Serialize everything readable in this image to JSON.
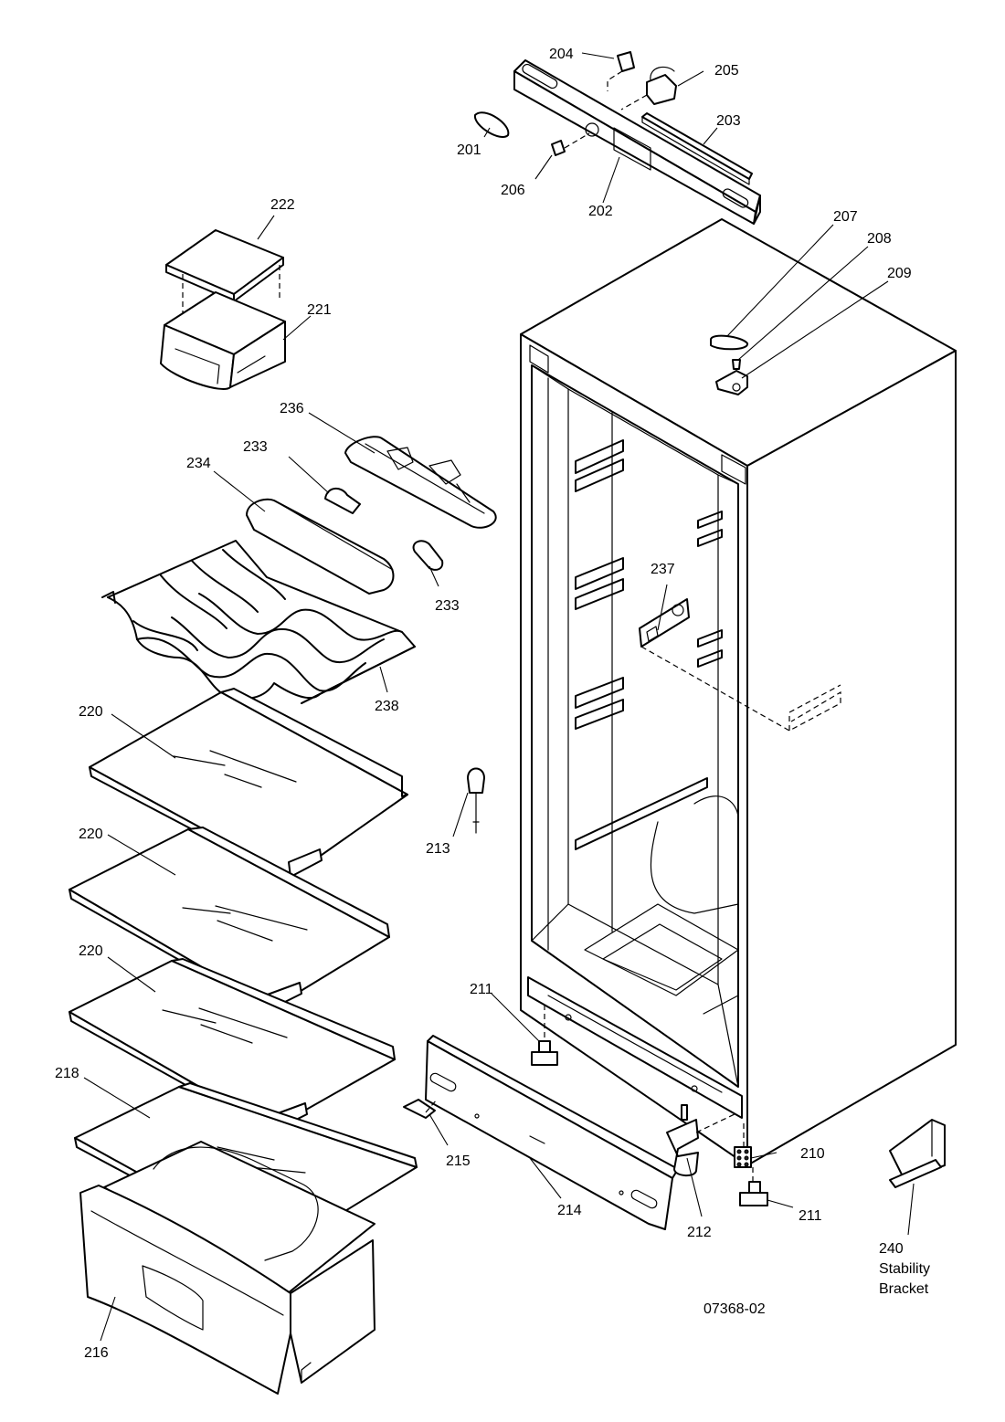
{
  "figure_code": "07368-02",
  "parts": [
    {
      "num": "201"
    },
    {
      "num": "202"
    },
    {
      "num": "203"
    },
    {
      "num": "204"
    },
    {
      "num": "205"
    },
    {
      "num": "206"
    },
    {
      "num": "207"
    },
    {
      "num": "208"
    },
    {
      "num": "209"
    },
    {
      "num": "210"
    },
    {
      "num": "211"
    },
    {
      "num": "211"
    },
    {
      "num": "212"
    },
    {
      "num": "213"
    },
    {
      "num": "214"
    },
    {
      "num": "215"
    },
    {
      "num": "216"
    },
    {
      "num": "218"
    },
    {
      "num": "220"
    },
    {
      "num": "220"
    },
    {
      "num": "220"
    },
    {
      "num": "221"
    },
    {
      "num": "222"
    },
    {
      "num": "233"
    },
    {
      "num": "233"
    },
    {
      "num": "234"
    },
    {
      "num": "236"
    },
    {
      "num": "237"
    },
    {
      "num": "238"
    },
    {
      "num": "240",
      "name_line1": "Stability",
      "name_line2": "Bracket"
    }
  ]
}
